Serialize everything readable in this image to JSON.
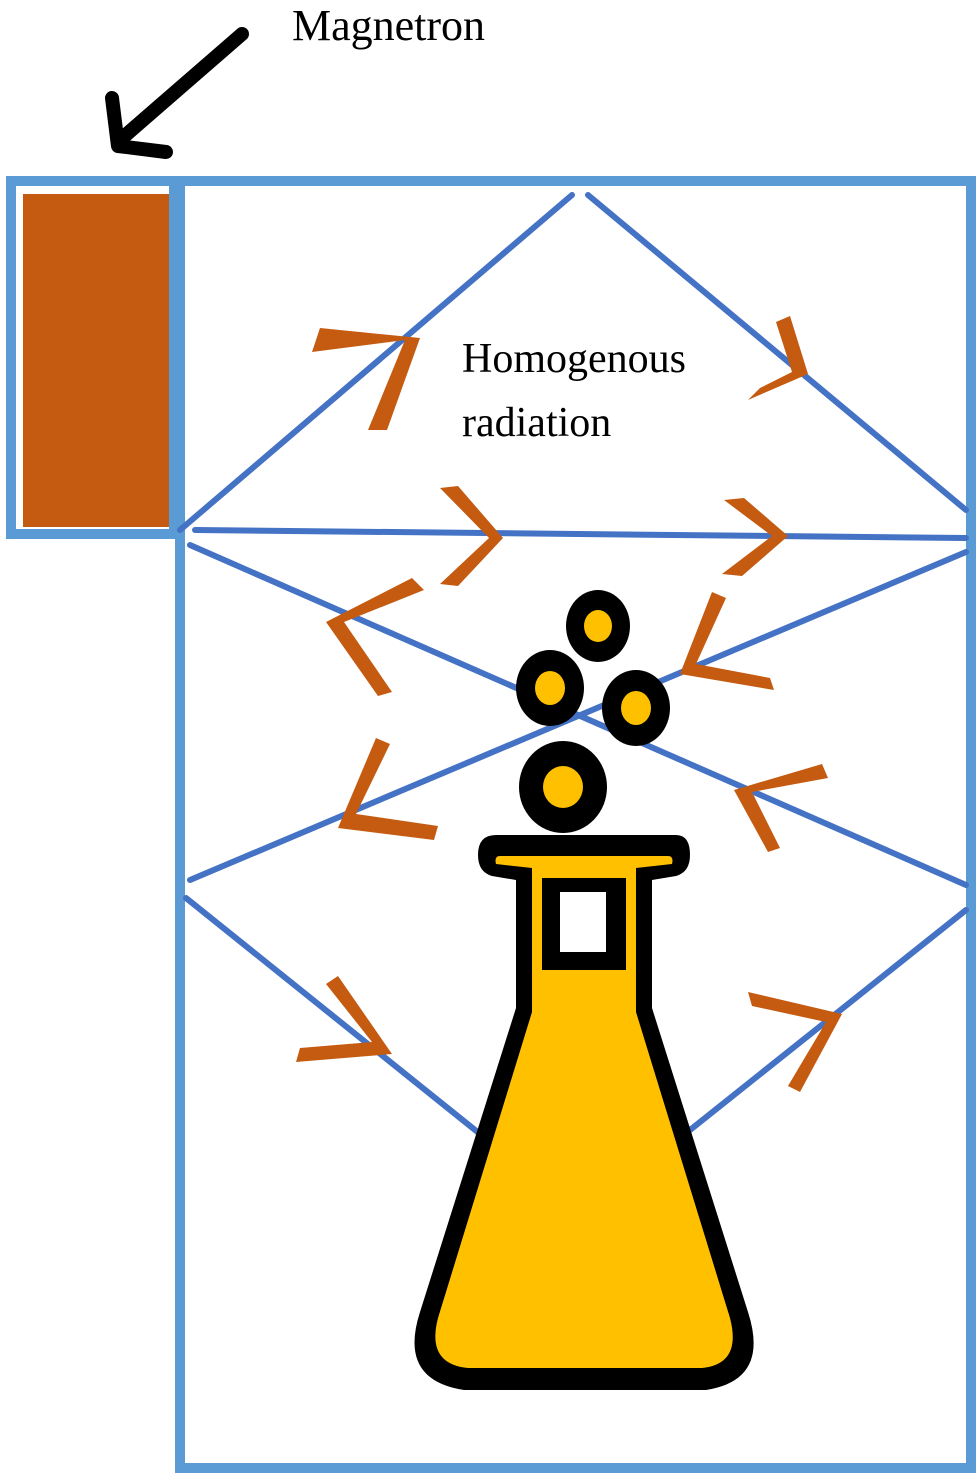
{
  "labels": {
    "magnetron": "Magnetron",
    "radiation_line1": "Homogenous",
    "radiation_line2": "radiation"
  },
  "colors": {
    "cavity_border": "#5b9bd5",
    "beam": "#4472c4",
    "magnetron_block": "#c55a11",
    "direction_arrow": "#c55a11",
    "flask_fill": "#ffc000",
    "flask_outline": "#000000",
    "pointer_arrow": "#000000"
  },
  "icons": {
    "pointer": "arrow-down-left-icon",
    "vessel": "erlenmeyer-flask-icon",
    "bubbles": "bubble-icon",
    "direction": "chevron-arrow-icon"
  }
}
